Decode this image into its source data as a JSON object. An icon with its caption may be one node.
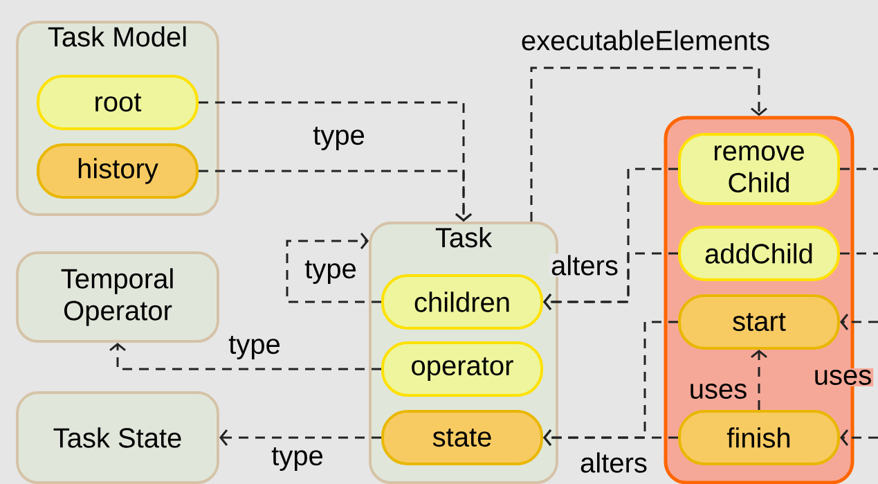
{
  "diagram": {
    "nodes": [
      {
        "text": [
          "Task Model"
        ]
      },
      {
        "text": [
          "root"
        ],
        "in": 0
      },
      {
        "text": [
          "history"
        ],
        "in": 0
      },
      {
        "text": [
          "Temporal Operator"
        ]
      },
      {
        "text": [
          "Task State"
        ]
      },
      {
        "text": [
          "Task"
        ]
      },
      {
        "text": [
          "children"
        ],
        "in": 5
      },
      {
        "text": [
          "operator"
        ],
        "in": 5
      },
      {
        "text": [
          "state"
        ],
        "in": 5
      },
      {
        "text": [],
        "shape": "box"
      },
      {
        "text": [
          "remove Child"
        ],
        "in": 9
      },
      {
        "text": [
          "addChild"
        ],
        "in": 9
      },
      {
        "text": [
          "start"
        ],
        "in": 9
      },
      {
        "text": [
          "finish"
        ],
        "in": 9
      }
    ],
    "edges": [
      {
        "from": 1,
        "to": 5,
        "arrow": "to"
      },
      {
        "from": 2,
        "to": 5,
        "arrow": "to",
        "label": "type"
      },
      {
        "from": 5,
        "to": 9,
        "arrow": "to",
        "label": "executableElements"
      },
      {
        "from": 6,
        "to": 5,
        "arrow": "to",
        "label": "type"
      },
      {
        "from": 7,
        "to": 3,
        "arrow": "to",
        "label": "type"
      },
      {
        "from": 8,
        "to": 4,
        "arrow": "to",
        "label": "type"
      },
      {
        "from": 10,
        "to": 6,
        "arrow": "to",
        "label": "alters"
      },
      {
        "from": 11,
        "to": 6,
        "arrow": "to"
      },
      {
        "from": 12,
        "to": 8,
        "arrow": "to"
      },
      {
        "from": 13,
        "to": 8,
        "arrow": "to",
        "label": "alters"
      },
      {
        "from": 13,
        "to": 12,
        "arrow": "to",
        "label": "uses"
      },
      {
        "from": 10,
        "to": null,
        "arrow": "none"
      },
      {
        "from": 11,
        "to": null,
        "arrow": "none"
      },
      {
        "from": null,
        "to": 12,
        "arrow": "to",
        "label": "uses"
      },
      {
        "from": null,
        "to": 13,
        "arrow": "to"
      }
    ]
  }
}
